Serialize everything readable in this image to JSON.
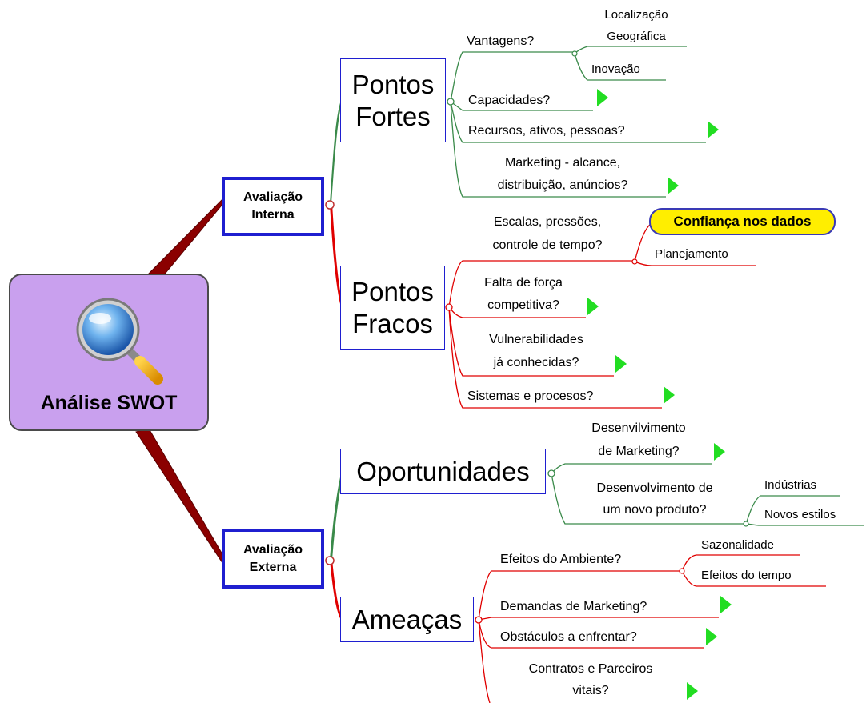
{
  "colors": {
    "root_fill": "#c9a0ee",
    "branch_dark": "#8b0000",
    "green": "#3a8a4a",
    "red": "#e00000",
    "box_border": "#1f1fd0",
    "flag": "#22dd22",
    "callout_fill": "#ffee00"
  },
  "root": {
    "title": "Análise SWOT",
    "icon": "magnifier-icon"
  },
  "avaliacao_interna": {
    "label": "Avaliação\nInterna"
  },
  "avaliacao_externa": {
    "label": "Avaliação\nExterna"
  },
  "pontos_fortes": {
    "label": "Pontos\nFortes",
    "vantagens": {
      "label": "Vantagens?",
      "localizacao_1": "Localização",
      "localizacao_2": "Geográfica",
      "inovacao": "Inovação"
    },
    "capacidades": "Capacidades?",
    "recursos": "Recursos, ativos, pessoas?",
    "marketing_1": "Marketing - alcance,",
    "marketing_2": "distribuição, anúncios?"
  },
  "pontos_fracos": {
    "label": "Pontos\nFracos",
    "escalas_1": "Escalas, pressões,",
    "escalas_2": "controle de tempo?",
    "confianca": "Confiança nos dados",
    "planejamento": "Planejamento",
    "falta_1": "Falta de força",
    "falta_2": "competitiva?",
    "vuln_1": "Vulnerabilidades",
    "vuln_2": "já conhecidas?",
    "sistemas": "Sistemas e procesos?"
  },
  "oportunidades": {
    "label": "Oportunidades",
    "desenv_mkt_1": "Desenvilvimento",
    "desenv_mkt_2": "de Marketing?",
    "desenv_prod_1": "Desenvolvimento de",
    "desenv_prod_2": "um novo produto?",
    "industrias": "Indústrias",
    "novos_estilos": "Novos estilos"
  },
  "ameacas": {
    "label": "Ameaças",
    "efeitos_ambiente": "Efeitos do Ambiente?",
    "sazonalidade": "Sazonalidade",
    "efeitos_tempo": "Efeitos do tempo",
    "demandas": "Demandas de Marketing?",
    "obstaculos": "Obstáculos a enfrentar?",
    "contratos_1": "Contratos e Parceiros",
    "contratos_2": "vitais?"
  }
}
